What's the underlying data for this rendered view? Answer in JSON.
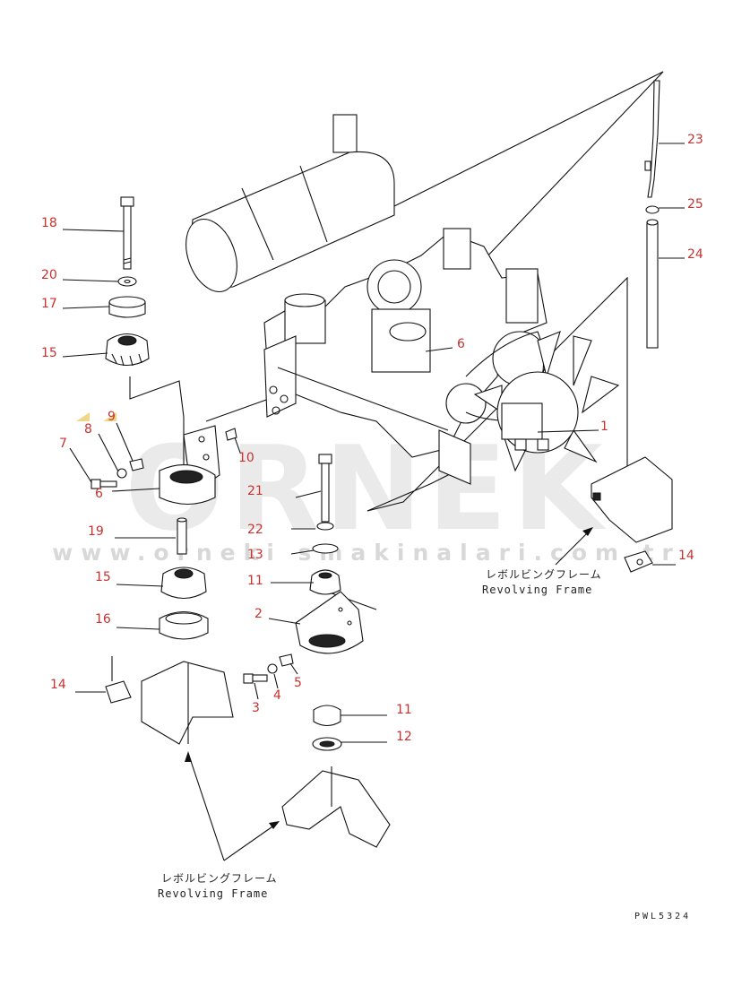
{
  "watermark": {
    "brand": "ORNEK",
    "url": "www.orneki smakinalari.com.tr"
  },
  "frame_labels": [
    {
      "jp": "レボルビングフレーム",
      "en": "Revolving Frame"
    },
    {
      "jp": "レボルビングフレーム",
      "en": "Revolving Frame"
    }
  ],
  "drawing_code": "PWL5324",
  "callouts": [
    "23",
    "25",
    "24",
    "18",
    "20",
    "17",
    "15",
    "6",
    "9",
    "8",
    "7",
    "1",
    "10",
    "6",
    "21",
    "22",
    "19",
    "13",
    "14",
    "15",
    "11",
    "2",
    "16",
    "14",
    "3",
    "4",
    "5",
    "11",
    "12"
  ],
  "colors": {
    "callout": "#c8322f",
    "watermark": "#d9d9d9",
    "logo_accent": "#f0d88a",
    "line": "#111111"
  }
}
